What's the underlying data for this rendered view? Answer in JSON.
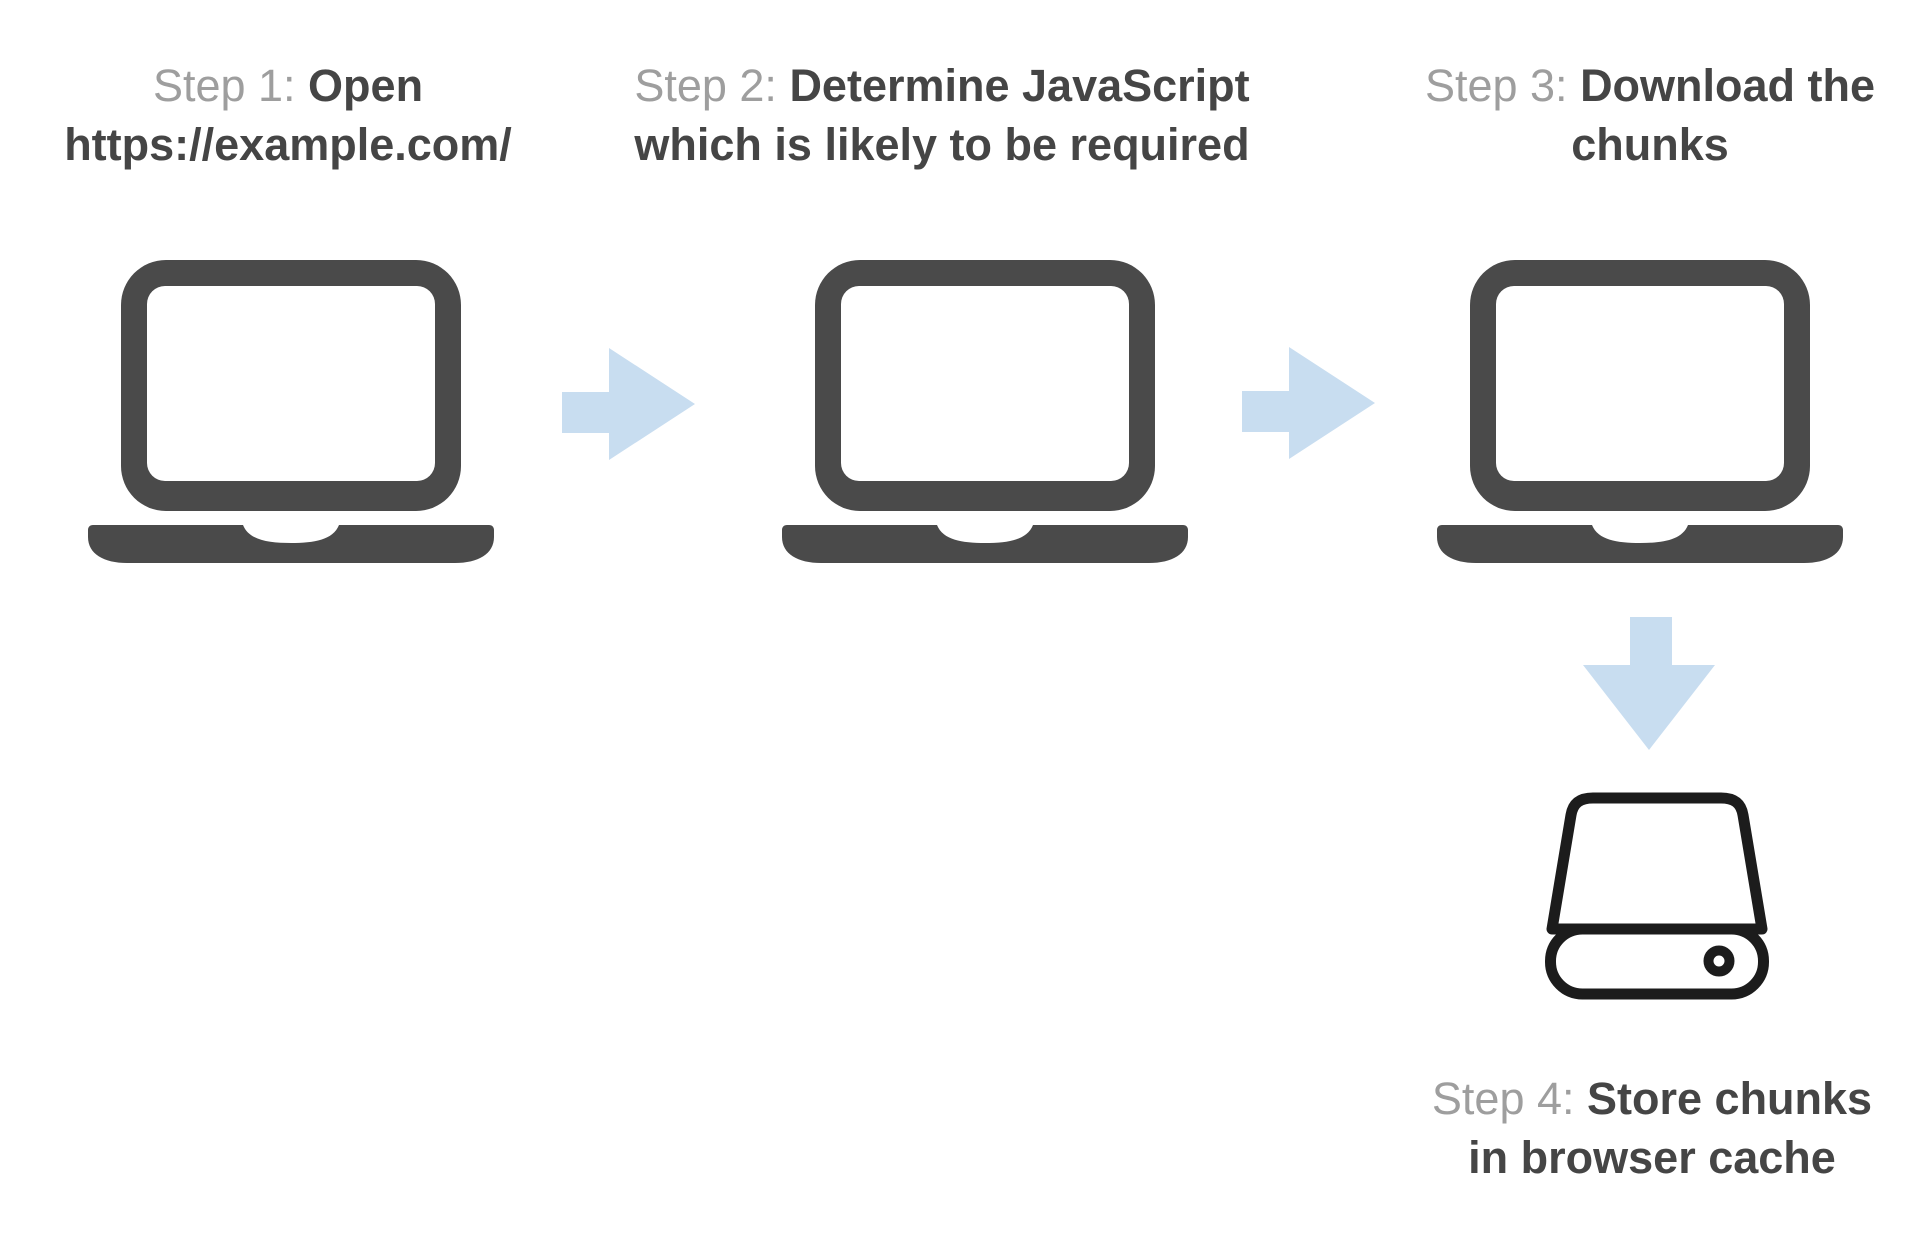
{
  "diagram": {
    "steps": [
      {
        "id": 1,
        "prefix": "Step 1: ",
        "title_line1": "Open",
        "title_line2": "https://example.com/",
        "icon": "laptop-icon"
      },
      {
        "id": 2,
        "prefix": "Step 2: ",
        "title_line1": "Determine JavaScript",
        "title_line2": "which is likely to be required",
        "icon": "laptop-icon"
      },
      {
        "id": 3,
        "prefix": "Step 3: ",
        "title_line1": "Download the",
        "title_line2": "chunks",
        "icon": "laptop-icon"
      },
      {
        "id": 4,
        "prefix": "Step 4: ",
        "title_line1": "Store chunks",
        "title_line2": "in browser cache",
        "icon": "hard-drive-icon"
      }
    ],
    "connectors": [
      {
        "from": 1,
        "to": 2,
        "direction": "right",
        "icon": "arrow-right-icon"
      },
      {
        "from": 2,
        "to": 3,
        "direction": "right",
        "icon": "arrow-right-icon"
      },
      {
        "from": 3,
        "to": 4,
        "direction": "down",
        "icon": "arrow-down-icon"
      }
    ]
  },
  "colors": {
    "background": "#ffffff",
    "laptop_gray": "#4a4a4a",
    "arrow_blue": "#c8ddf0",
    "step_prefix_gray": "#9e9e9e",
    "step_title_dark": "#454545",
    "drive_outline": "#1c1c1c"
  }
}
